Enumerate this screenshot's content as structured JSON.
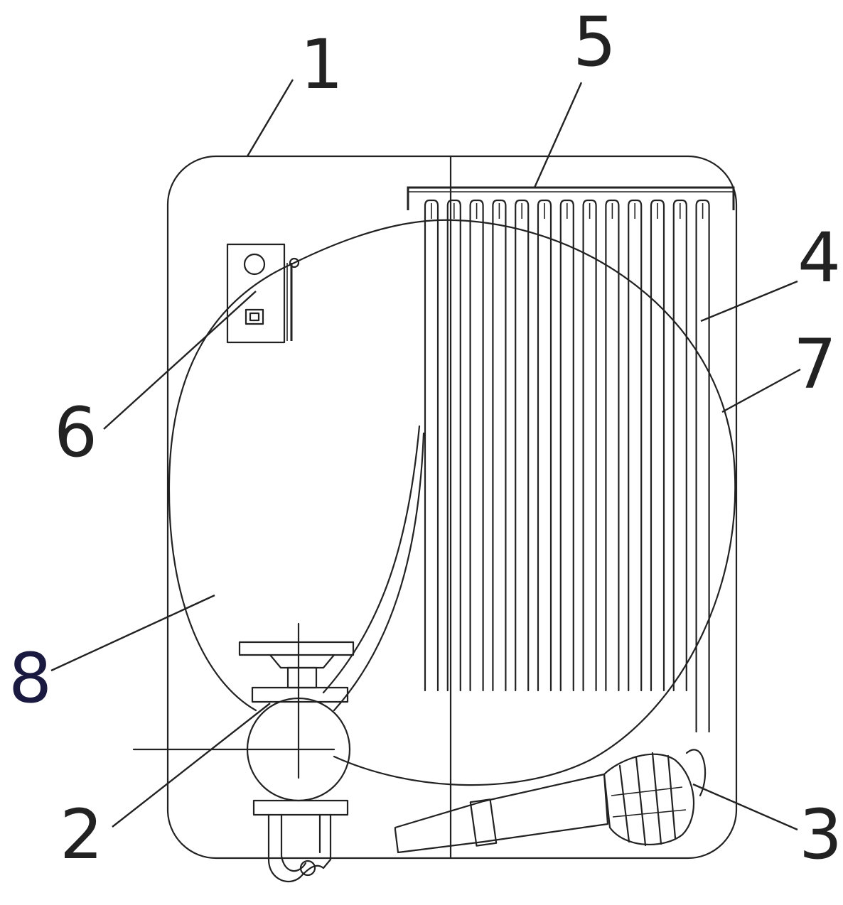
{
  "callouts": [
    {
      "id": "1",
      "label": "1"
    },
    {
      "id": "2",
      "label": "2"
    },
    {
      "id": "3",
      "label": "3"
    },
    {
      "id": "4",
      "label": "4"
    },
    {
      "id": "5",
      "label": "5"
    },
    {
      "id": "6",
      "label": "6"
    },
    {
      "id": "7",
      "label": "7"
    },
    {
      "id": "8",
      "label": "8"
    }
  ],
  "colors": {
    "line": "#222222",
    "background": "#ffffff",
    "label_8": "#1a1a40"
  }
}
